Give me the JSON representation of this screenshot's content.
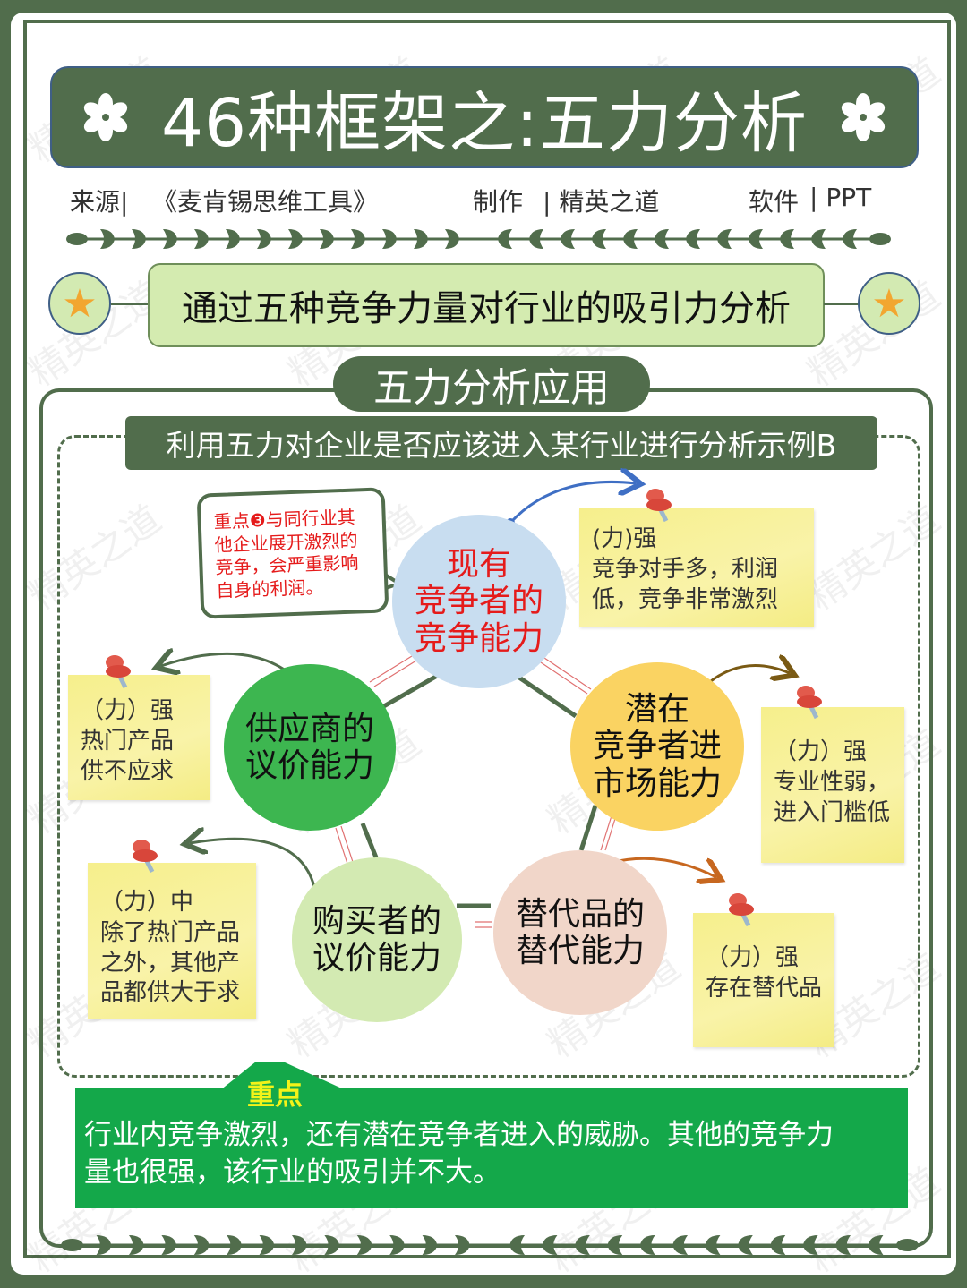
{
  "header": {
    "title": "46种框架之:五力分析",
    "source_label": "来源|",
    "source_value": "《麦肯锡思维工具》",
    "maker_label": "制作",
    "maker_value": "| 精英之道",
    "software_label": "软件",
    "software_value": "| PPT"
  },
  "subtitle": "通过五种竞争力量对行业的吸引力分析",
  "section": {
    "title": "五力分析应用",
    "example_title": "利用五力对企业是否应该进入某行业进行分析示例B"
  },
  "callout": {
    "lines": [
      "重点❸与同行业其",
      "他企业展开激烈的",
      "竞争，会严重影响",
      "自身的利润。"
    ]
  },
  "forces": [
    {
      "id": "existing",
      "lines": [
        "现有",
        "竞争者的",
        "竞争能力"
      ],
      "color": "#c8ddf0",
      "text_color": "#e51b1b"
    },
    {
      "id": "potential",
      "lines": [
        "潜在",
        "竞争者进",
        "市场能力"
      ],
      "color": "#fad362",
      "text_color": "#111111"
    },
    {
      "id": "substitute",
      "lines": [
        "替代品的",
        "替代能力"
      ],
      "color": "#f1d6c9",
      "text_color": "#111111"
    },
    {
      "id": "buyer",
      "lines": [
        "购买者的",
        "议价能力"
      ],
      "color": "#d3eab2",
      "text_color": "#111111"
    },
    {
      "id": "supplier",
      "lines": [
        "供应商的",
        "议价能力"
      ],
      "color": "#3db650",
      "text_color": "#111111"
    }
  ],
  "notes": [
    {
      "id": "existing",
      "lines": [
        "(力)强",
        "竞争对手多，利润",
        "低，竞争非常激烈"
      ]
    },
    {
      "id": "potential",
      "lines": [
        "（力）强",
        "专业性弱，",
        "进入门槛低"
      ]
    },
    {
      "id": "substitute",
      "lines": [
        "（力）强",
        "存在替代品"
      ]
    },
    {
      "id": "buyer",
      "lines": [
        "（力）中",
        "除了热门产品",
        "之外，其他产",
        "品都供大于求"
      ]
    },
    {
      "id": "supplier",
      "lines": [
        "（力）强",
        "热门产品",
        "供不应求"
      ]
    }
  ],
  "key_point": {
    "label": "重点",
    "lines": [
      "行业内竞争激烈，还有潜在竞争者进入的威胁。其他的竞争力",
      "量也很强，该行业的吸引并不大。"
    ]
  },
  "watermark": "精英之道",
  "colors": {
    "primary": "#516d4c",
    "light_green": "#d4ebb0",
    "key_green": "#14a84a",
    "key_label": "#f3f319",
    "callout_red": "#e51b1b",
    "note_yellow": "#f6ef8c",
    "star": "#f2a630"
  }
}
